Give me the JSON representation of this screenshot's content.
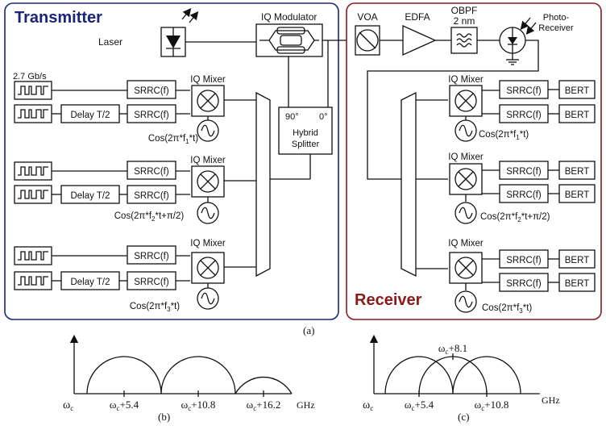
{
  "transmitter": {
    "title": "Transmitter",
    "laser": "Laser",
    "iq_modulator": "IQ Modulator",
    "rate": "2.7 Gb/s",
    "delay": "Delay  T/2",
    "srrc": "SRRC(f)",
    "iq_mixer": "IQ Mixer",
    "hybrid_90": "90°",
    "hybrid_0": "0°",
    "hybrid_line1": "Hybrid",
    "hybrid_line2": "Splitter",
    "cos1": {
      "a": "Cos(2π*f",
      "sub": "1",
      "b": "*t)"
    },
    "cos2": {
      "a": "Cos(2π*f",
      "sub": "2",
      "b": "*t+π/2)"
    },
    "cos3": {
      "a": "Cos(2π*f",
      "sub": "3",
      "b": "*t)"
    }
  },
  "receiver": {
    "title": "Receiver",
    "voa": "VOA",
    "edfa": "EDFA",
    "obpf_line1": "OBPF",
    "obpf_line2": "2 nm",
    "photo_line1": "Photo-",
    "photo_line2": "Receiver",
    "iq_mixer": "IQ Mixer",
    "srrc": "SRRC(f)",
    "bert": "BERT",
    "cos1": {
      "a": "Cos(2π*f",
      "sub": "1",
      "b": "*t)"
    },
    "cos2": {
      "a": "Cos(2π*f",
      "sub": "2",
      "b": "*t+π/2)"
    },
    "cos3": {
      "a": "Cos(2π*f",
      "sub": "3",
      "b": "*t)"
    }
  },
  "captions": {
    "a": "(a)",
    "b": "(b)",
    "c": "(c)"
  },
  "spectrum_b": {
    "origin": {
      "sym": "ω",
      "sub": "c"
    },
    "ticks": [
      {
        "sym": "ω",
        "sub": "c",
        "tail": "+5.4"
      },
      {
        "sym": "ω",
        "sub": "c",
        "tail": "+10.8"
      },
      {
        "sym": "ω",
        "sub": "c",
        "tail": "+16.2"
      }
    ],
    "unit": "GHz"
  },
  "spectrum_c": {
    "origin": {
      "sym": "ω",
      "sub": "c"
    },
    "ticks": [
      {
        "sym": "ω",
        "sub": "c",
        "tail": "+5.4"
      },
      {
        "sym": "ω",
        "sub": "c",
        "tail": "+10.8"
      }
    ],
    "top": {
      "sym": "ω",
      "sub": "c",
      "tail": "+8.1"
    },
    "unit": "GHz"
  },
  "colors": {
    "transmitter_border": "#1a237e",
    "receiver_border": "#8b1a1a",
    "transmitter_title": "#1a237e",
    "receiver_title": "#8b1a1a"
  }
}
